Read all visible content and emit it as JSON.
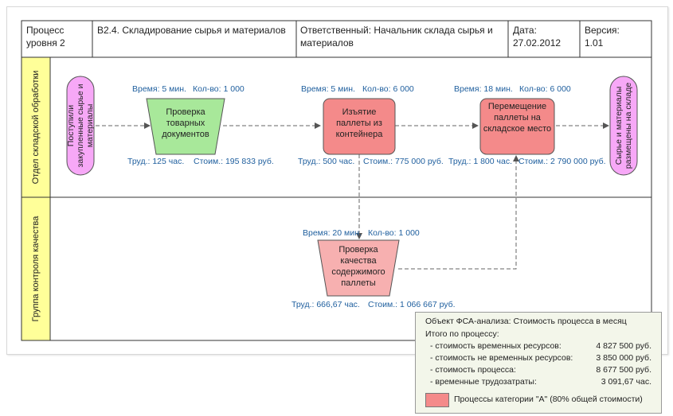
{
  "header": {
    "level": "Процесс уровня 2",
    "process": "B2.4.  Складирование сырья и материалов",
    "owner": "Ответственный: Начальник склада сырья и материалов",
    "date_label": "Дата:",
    "date": "27.02.2012",
    "version_label": "Версия:",
    "version": "1.01"
  },
  "lanes": [
    {
      "label": "Отдел складской обработки"
    },
    {
      "label": "Группа контроля качества"
    }
  ],
  "start_event": "Поступили закупленные сырье и материалы",
  "end_event": "Сырье и материалы размещены на складе",
  "steps": [
    {
      "name": "Проверка товарных документов",
      "time": "Время: 5 мин.",
      "qty": "Кол-во: 1 000",
      "labor": "Труд.: 125 час.",
      "cost": "Стоим.: 195 833 руб.",
      "color": "#a8e89a"
    },
    {
      "name": "Изъятие паллеты из контейнера",
      "time": "Время: 5 мин.",
      "qty": "Кол-во: 6 000",
      "labor": "Труд.: 500 час.",
      "cost": "Стоим.: 775 000 руб.",
      "color": "#f48a8a"
    },
    {
      "name": "Перемещение паллеты на складское место",
      "time": "Время: 18 мин.",
      "qty": "Кол-во: 6 000",
      "labor": "Труд.: 1 800 час.",
      "cost": "Стоим.: 2 790 000 руб.",
      "color": "#f48a8a"
    },
    {
      "name": "Проверка качества содержимого паллеты",
      "time": "Время: 20 мин.",
      "qty": "Кол-во: 1 000",
      "labor": "Труд.: 666,67 час.",
      "cost": "Стоим.: 1 066 667 руб.",
      "color": "#f7b0b0"
    }
  ],
  "legend": {
    "object": "Объект ФСА-анализа:  Стоимость процесса в месяц",
    "total": "Итого по процессу:",
    "rows": [
      {
        "label": "- стоимость временных ресурсов:",
        "value": "4 827 500 руб."
      },
      {
        "label": "- стоимость не временных ресурсов:",
        "value": "3 850 000 руб."
      },
      {
        "label": "- стоимость процесса:",
        "value": "8 677 500 руб."
      },
      {
        "label": "- временные трудозатраты:",
        "value": "3 091,67 час."
      }
    ],
    "category": "Процессы категории \"А\" (80% общей стоимости)",
    "category_color": "#f48a8a"
  },
  "colors": {
    "lane_header": "#ffff99",
    "event_fill": "#f7a8f7",
    "meta_text": "#1f5f9e"
  }
}
